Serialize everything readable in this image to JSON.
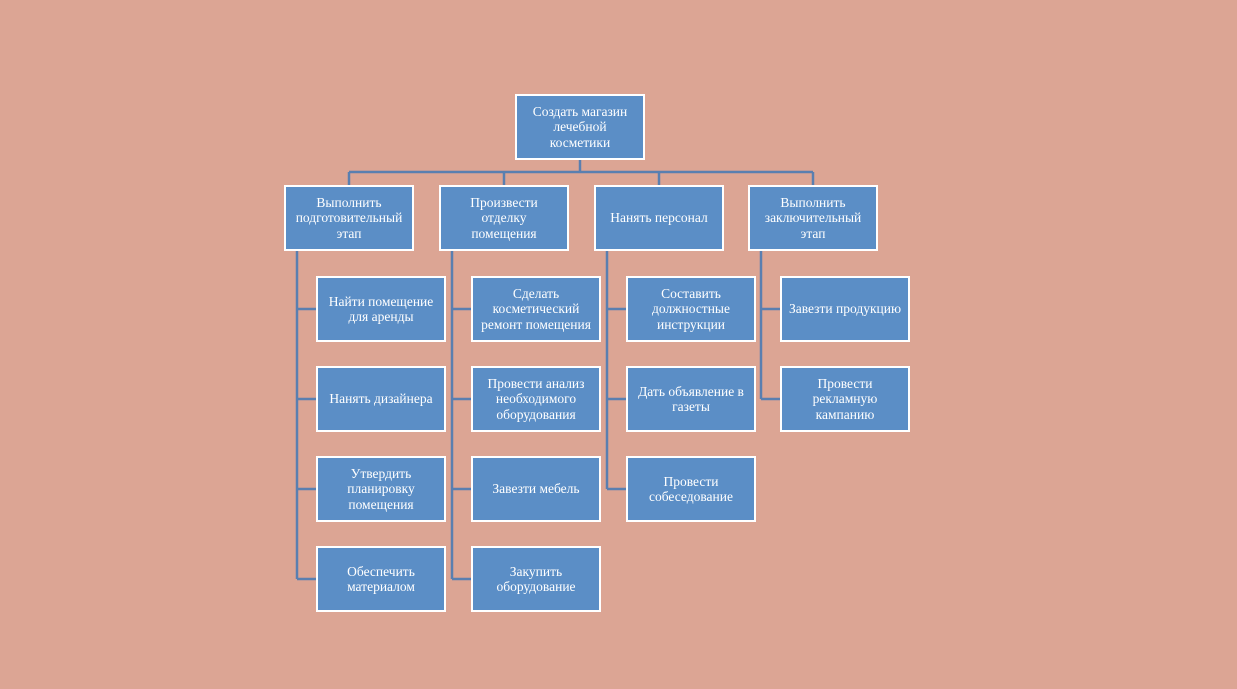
{
  "root": {
    "label": "Создать магазин\nлечебной\nкосметики"
  },
  "branches": [
    {
      "label": "Выполнить\nподготовительный\nэтап",
      "children": [
        "Найти помещение\nдля аренды",
        "Нанять дизайнера",
        "Утвердить\nпланировку\nпомещения",
        "Обеспечить\nматериалом"
      ]
    },
    {
      "label": "Произвести\nотделку\nпомещения",
      "children": [
        "Сделать\nкосметический\nремонт помещения",
        "Провести анализ\nнеобходимого\nоборудования",
        "Завезти мебель",
        "Закупить\nоборудование"
      ]
    },
    {
      "label": "Нанять персонал",
      "children": [
        "Составить\nдолжностные\nинструкции",
        "Дать объявление в\nгазеты",
        "Провести\nсобеседование"
      ]
    },
    {
      "label": "Выполнить\nзаключительный\nэтап",
      "children": [
        "Завезти продукцию",
        "Провести\nрекламную\nкампанию"
      ]
    }
  ],
  "colors": {
    "background": "#dca594",
    "node_fill": "#5b8ec6",
    "node_border": "#ffffff",
    "connector": "#5a7fb0",
    "text": "#ffffff"
  }
}
